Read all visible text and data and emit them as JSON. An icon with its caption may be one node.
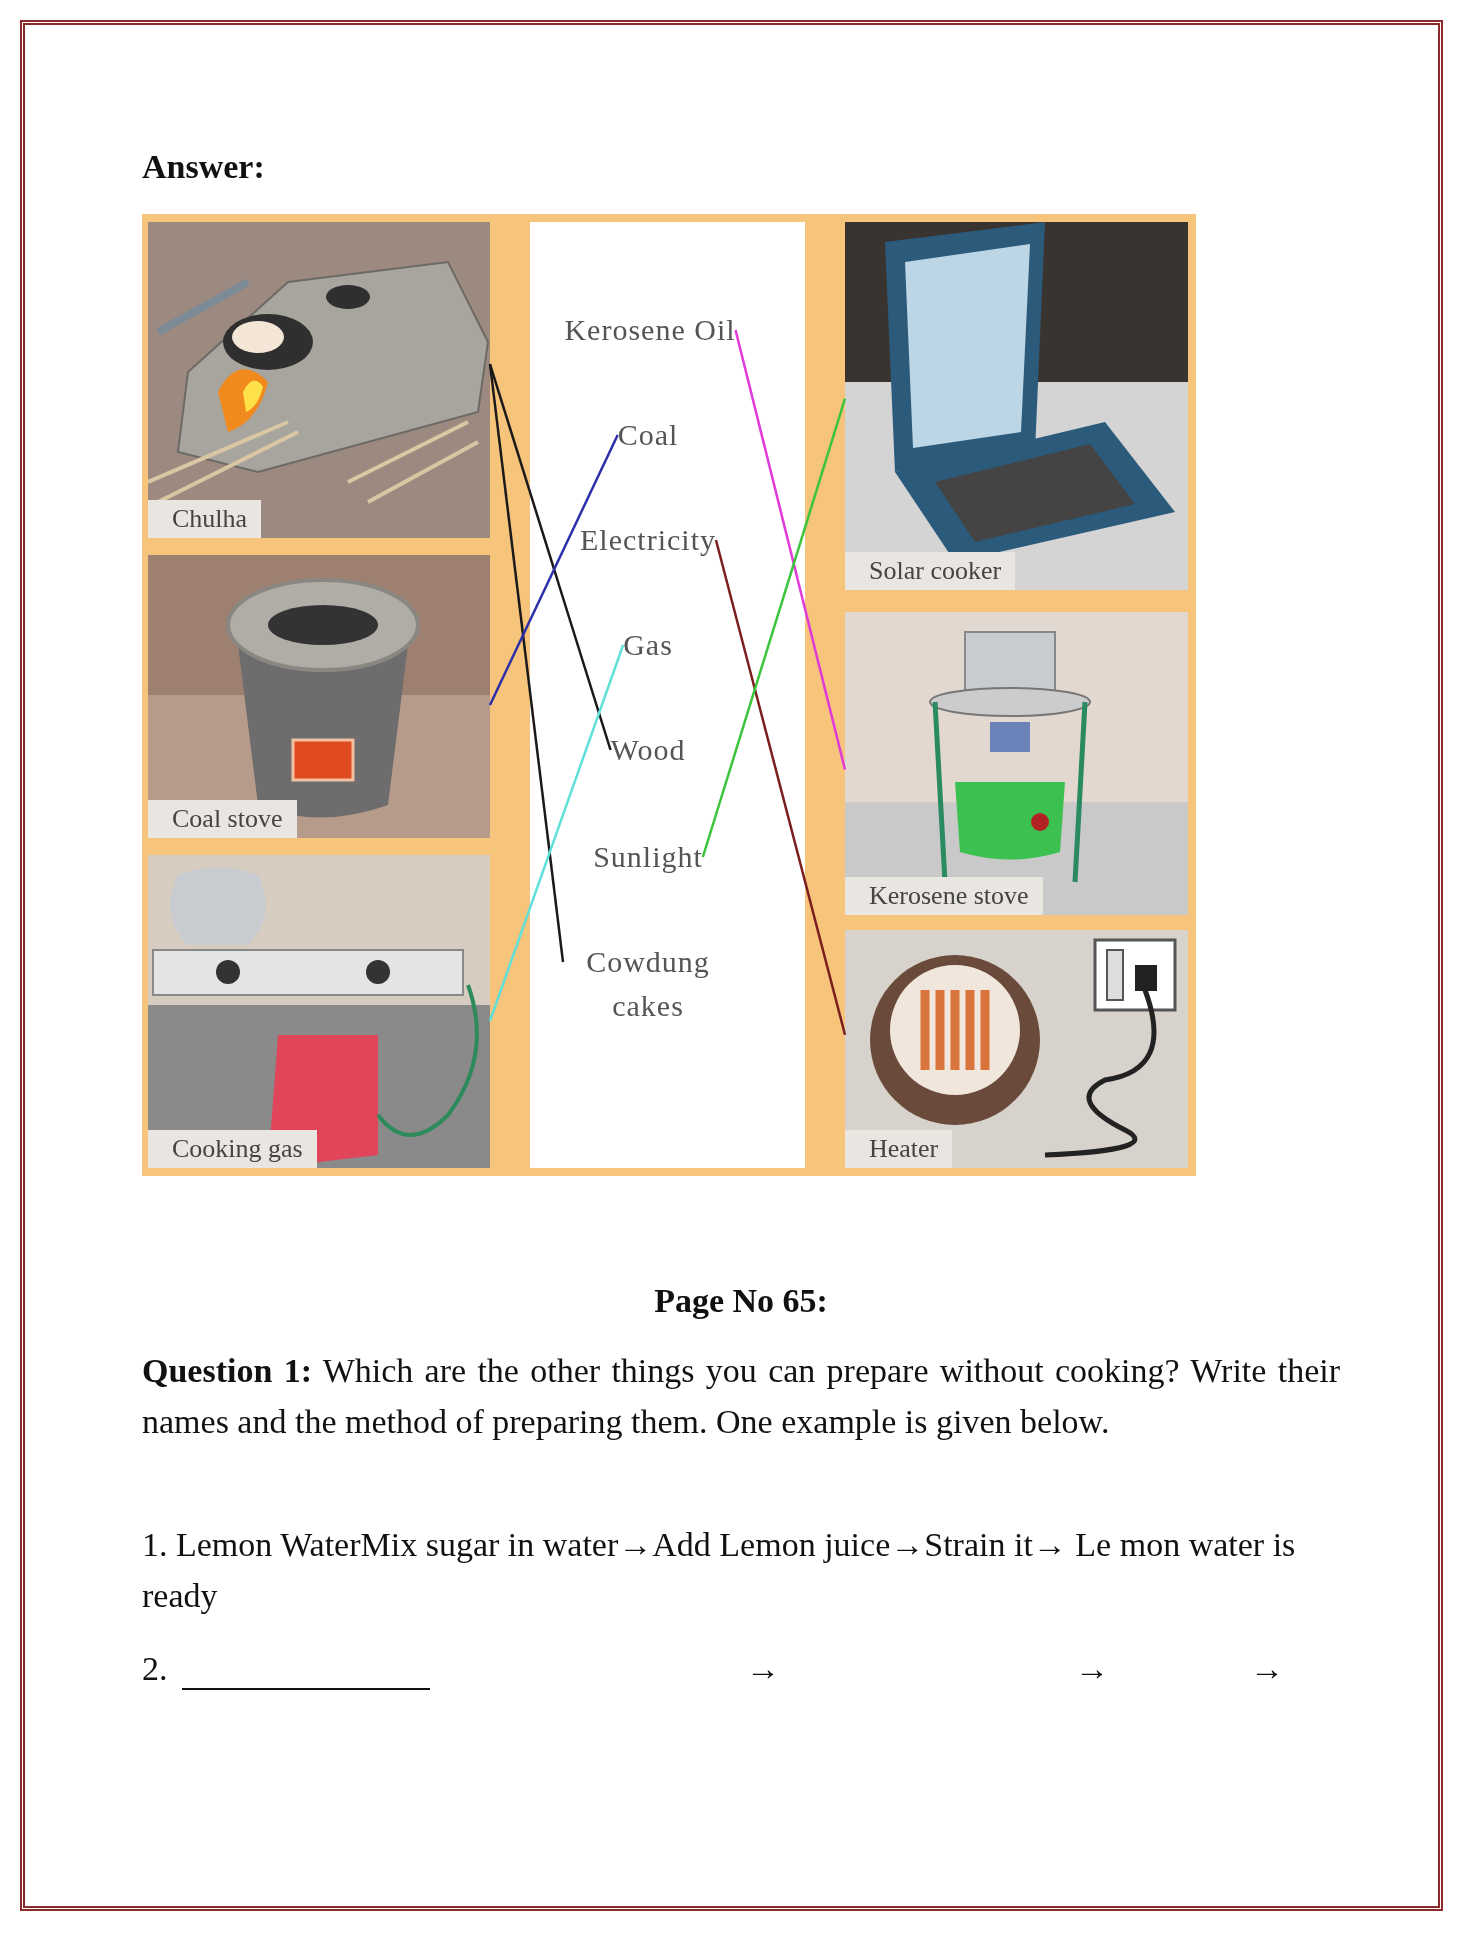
{
  "diagram": {
    "title": "Answer:",
    "nodes": [
      {
        "text": [
          "Chulha"
        ]
      },
      {
        "text": [
          "Coal stove"
        ]
      },
      {
        "text": [
          "Cooking gas"
        ]
      },
      {
        "text": [
          "Kerosene Oil"
        ]
      },
      {
        "text": [
          "Coal"
        ]
      },
      {
        "text": [
          "Electricity"
        ]
      },
      {
        "text": [
          "Gas"
        ]
      },
      {
        "text": [
          "Wood"
        ]
      },
      {
        "text": [
          "Sunlight"
        ]
      },
      {
        "text": [
          "Cowdung cakes"
        ]
      },
      {
        "text": [
          "Solar cooker"
        ]
      },
      {
        "text": [
          "Kerosene stove"
        ]
      },
      {
        "text": [
          "Heater"
        ]
      }
    ],
    "edges": [
      {
        "from": 0,
        "to": 7,
        "arrow": "none"
      },
      {
        "from": 0,
        "to": 9,
        "arrow": "none"
      },
      {
        "from": 1,
        "to": 4,
        "arrow": "none",
        "color": "#2b2fa8"
      },
      {
        "from": 2,
        "to": 6,
        "arrow": "none",
        "color": "#5fe0d8"
      },
      {
        "from": 3,
        "to": 11,
        "arrow": "none",
        "color": "#e03ad8"
      },
      {
        "from": 5,
        "to": 12,
        "arrow": "none",
        "color": "#7a1e1e"
      },
      {
        "from": 8,
        "to": 10,
        "arrow": "none",
        "color": "#3cc43c"
      }
    ],
    "labels": [
      "Page No 65:",
      "**Question 1:** Which are the other things you can prepare without cooking? Write their names and the method of preparing them. One example is given below.",
      "1.  Lemon WaterMix sugar in water→Add Lemon juice→Strain it→ Le mon water is ready",
      "2.",
      "→",
      "→",
      "→"
    ]
  }
}
